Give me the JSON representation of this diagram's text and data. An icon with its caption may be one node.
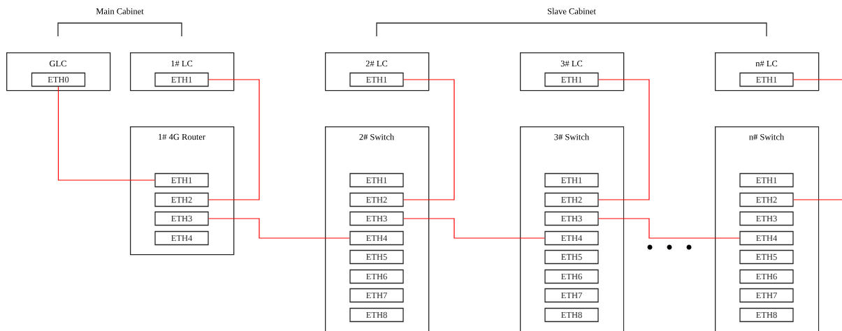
{
  "diagram": {
    "nodes": [
      {
        "text": [
          "GLC"
        ]
      },
      {
        "text": [
          "ETH0"
        ],
        "in": 0
      },
      {
        "text": [
          "1# LC"
        ]
      },
      {
        "text": [
          "ETH1"
        ],
        "in": 2
      },
      {
        "text": [
          "1# 4G Router"
        ]
      },
      {
        "text": [
          "ETH1"
        ],
        "in": 4
      },
      {
        "text": [
          "ETH2"
        ],
        "in": 4
      },
      {
        "text": [
          "ETH3"
        ],
        "in": 4
      },
      {
        "text": [
          "ETH4"
        ],
        "in": 4
      },
      {
        "text": [
          "2# LC"
        ]
      },
      {
        "text": [
          "ETH1"
        ],
        "in": 9
      },
      {
        "text": [
          "2# Switch"
        ]
      },
      {
        "text": [
          "ETH1"
        ],
        "in": 11
      },
      {
        "text": [
          "ETH2"
        ],
        "in": 11
      },
      {
        "text": [
          "ETH3"
        ],
        "in": 11
      },
      {
        "text": [
          "ETH4"
        ],
        "in": 11
      },
      {
        "text": [
          "ETH5"
        ],
        "in": 11
      },
      {
        "text": [
          "ETH6"
        ],
        "in": 11
      },
      {
        "text": [
          "ETH7"
        ],
        "in": 11
      },
      {
        "text": [
          "ETH8"
        ],
        "in": 11
      },
      {
        "text": [
          "3# LC"
        ]
      },
      {
        "text": [
          "ETH1"
        ],
        "in": 20
      },
      {
        "text": [
          "3# Switch"
        ]
      },
      {
        "text": [
          "ETH1"
        ],
        "in": 22
      },
      {
        "text": [
          "ETH2"
        ],
        "in": 22
      },
      {
        "text": [
          "ETH3"
        ],
        "in": 22
      },
      {
        "text": [
          "ETH4"
        ],
        "in": 22
      },
      {
        "text": [
          "ETH5"
        ],
        "in": 22
      },
      {
        "text": [
          "ETH6"
        ],
        "in": 22
      },
      {
        "text": [
          "ETH7"
        ],
        "in": 22
      },
      {
        "text": [
          "ETH8"
        ],
        "in": 22
      },
      {
        "text": [
          "n# LC"
        ]
      },
      {
        "text": [
          "ETH1"
        ],
        "in": 31
      },
      {
        "text": [
          "n# Switch"
        ]
      },
      {
        "text": [
          "ETH1"
        ],
        "in": 33
      },
      {
        "text": [
          "ETH2"
        ],
        "in": 33
      },
      {
        "text": [
          "ETH3"
        ],
        "in": 33
      },
      {
        "text": [
          "ETH4"
        ],
        "in": 33
      },
      {
        "text": [
          "ETH5"
        ],
        "in": 33
      },
      {
        "text": [
          "ETH6"
        ],
        "in": 33
      },
      {
        "text": [
          "ETH7"
        ],
        "in": 33
      },
      {
        "text": [
          "ETH8"
        ],
        "in": 33
      }
    ],
    "edges": [
      {
        "from": 1,
        "to": 5,
        "arrow": "none"
      },
      {
        "from": 3,
        "to": 6,
        "arrow": "none"
      },
      {
        "from": 7,
        "to": 15,
        "arrow": "none"
      },
      {
        "from": 10,
        "to": 13,
        "arrow": "none"
      },
      {
        "from": 14,
        "to": 26,
        "arrow": "none"
      },
      {
        "from": 21,
        "to": 24,
        "arrow": "none"
      },
      {
        "from": 25,
        "to": 37,
        "arrow": "none"
      },
      {
        "from": 32,
        "to": null,
        "arrow": "none"
      },
      {
        "from": 35,
        "to": null,
        "arrow": "none"
      }
    ],
    "labels": [
      "Main Cabinet",
      "Slave Cabinet"
    ]
  }
}
